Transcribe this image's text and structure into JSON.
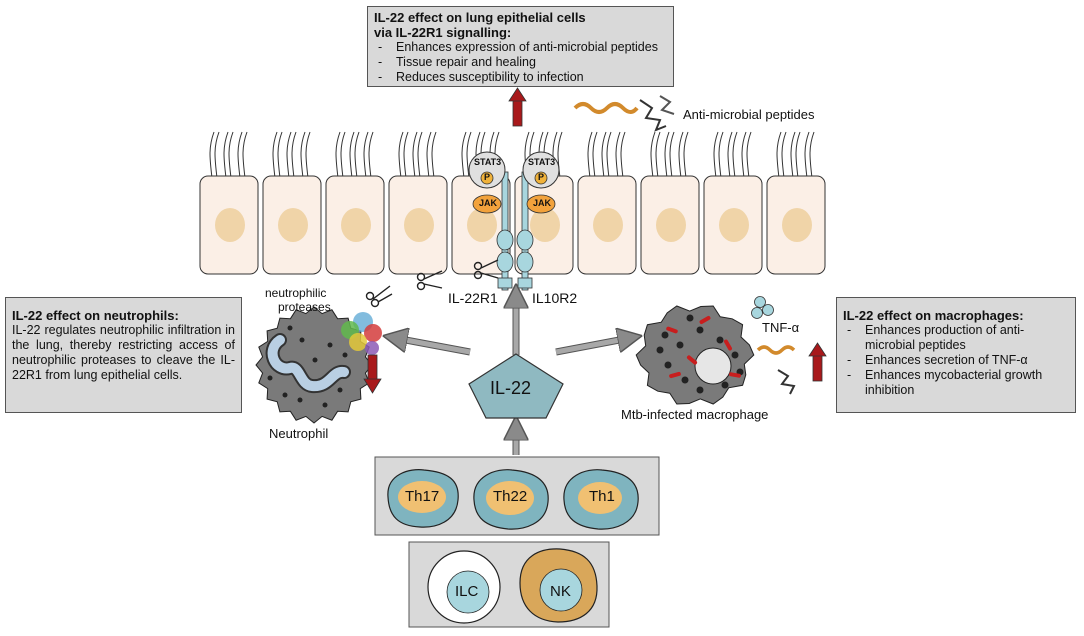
{
  "epithelial_box": {
    "title_line1": "IL-22 effect on lung epithelial cells",
    "title_line2": "via IL-22R1 signalling:",
    "items": [
      "Enhances expression of anti-microbial peptides",
      "Tissue repair and healing",
      "Reduces susceptibility to infection"
    ]
  },
  "neutrophil_box": {
    "title": "IL-22 effect on neutrophils:",
    "text": "IL-22 regulates neutrophilic infiltration in the lung, thereby restricting access of neutrophilic proteases to cleave the IL-22R1 from lung epithelial cells."
  },
  "macrophage_box": {
    "title": "IL-22 effect on macrophages:",
    "items": [
      "Enhances production of anti-microbial peptides",
      "Enhances secretion of TNF-α",
      "Enhances mycobacterial growth inhibition"
    ]
  },
  "labels": {
    "amp": "Anti-microbial peptides",
    "stat3": "STAT3",
    "jak": "JAK",
    "p": "P",
    "il22r1": "IL-22R1",
    "il10r2": "IL10R2",
    "proteases_line1": "neutrophilic",
    "proteases_line2": "proteases",
    "neutrophil": "Neutrophil",
    "il22": "IL-22",
    "tnf": "TNF-α",
    "macrophage": "Mtb-infected macrophage",
    "th17": "Th17",
    "th22": "Th22",
    "th1": "Th1",
    "ilc": "ILC",
    "nk": "NK"
  },
  "colors": {
    "box_fill": "#d9d9d9",
    "cell_fill": "#fbefe6",
    "nucleus": "#f0d4a8",
    "receptor": "#a8d6de",
    "il22_fill": "#8fb9c1",
    "arrow_red": "#a8191b",
    "arrow_grey": "#9a9a9a",
    "th_cell": "#7fb4bf",
    "th_nucleus": "#f0c072",
    "nk_outer": "#d9a75a",
    "ilc_outer": "#ffffff"
  }
}
